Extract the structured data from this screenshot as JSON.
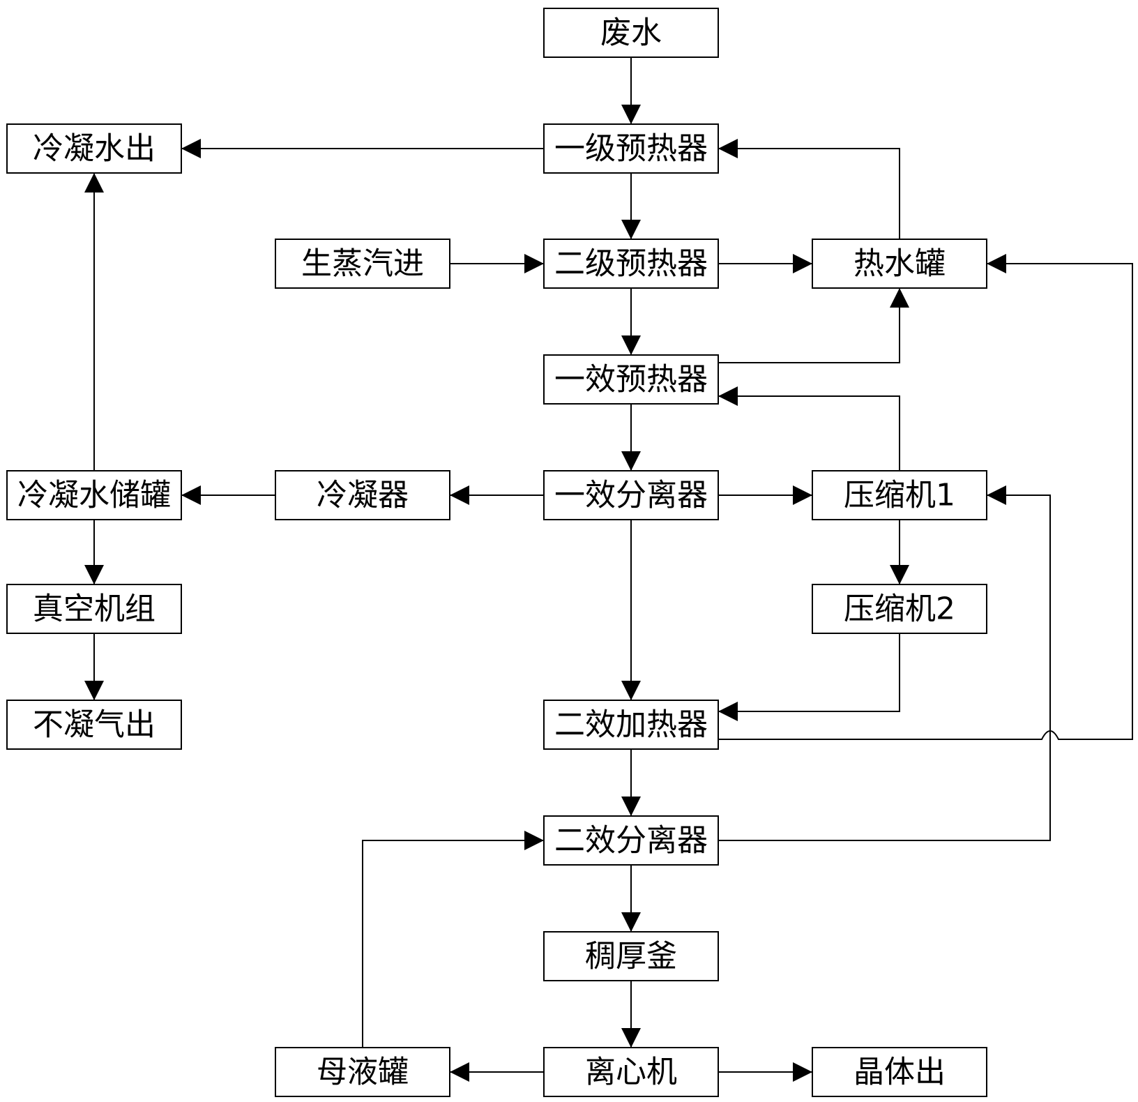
{
  "nodes": {
    "wastewater": "废水",
    "preheater_1st_stage": "一级预热器",
    "condensate_out": "冷凝水出",
    "live_steam_in": "生蒸汽进",
    "preheater_2nd_stage": "二级预热器",
    "hot_water_tank": "热水罐",
    "first_effect_preheater": "一效预热器",
    "condensate_storage_tank": "冷凝水储罐",
    "condenser": "冷凝器",
    "first_effect_separator": "一效分离器",
    "compressor_1": "压缩机1",
    "compressor_2": "压缩机2",
    "vacuum_unit": "真空机组",
    "noncondensable_gas_out": "不凝气出",
    "second_effect_heater": "二效加热器",
    "second_effect_separator": "二效分离器",
    "thickener": "稠厚釜",
    "mother_liquor_tank": "母液罐",
    "centrifuge": "离心机",
    "crystal_out": "晶体出"
  },
  "colors": {
    "line": "#000000",
    "box_fill": "#ffffff",
    "text": "#000000"
  },
  "edges": [
    {
      "from": "wastewater",
      "to": "preheater_1st_stage"
    },
    {
      "from": "preheater_1st_stage",
      "to": "condensate_out"
    },
    {
      "from": "preheater_1st_stage",
      "to": "preheater_2nd_stage"
    },
    {
      "from": "hot_water_tank",
      "to": "preheater_1st_stage"
    },
    {
      "from": "live_steam_in",
      "to": "preheater_2nd_stage"
    },
    {
      "from": "preheater_2nd_stage",
      "to": "hot_water_tank"
    },
    {
      "from": "preheater_2nd_stage",
      "to": "first_effect_preheater"
    },
    {
      "from": "first_effect_preheater",
      "to": "hot_water_tank"
    },
    {
      "from": "compressor_1",
      "to": "first_effect_preheater"
    },
    {
      "from": "first_effect_preheater",
      "to": "first_effect_separator"
    },
    {
      "from": "first_effect_separator",
      "to": "condenser"
    },
    {
      "from": "condenser",
      "to": "condensate_storage_tank"
    },
    {
      "from": "condensate_storage_tank",
      "to": "condensate_out"
    },
    {
      "from": "condensate_storage_tank",
      "to": "vacuum_unit"
    },
    {
      "from": "vacuum_unit",
      "to": "noncondensable_gas_out"
    },
    {
      "from": "first_effect_separator",
      "to": "compressor_1"
    },
    {
      "from": "compressor_1",
      "to": "compressor_2"
    },
    {
      "from": "compressor_2",
      "to": "second_effect_heater"
    },
    {
      "from": "first_effect_separator",
      "to": "second_effect_heater"
    },
    {
      "from": "second_effect_heater",
      "to": "hot_water_tank"
    },
    {
      "from": "second_effect_heater",
      "to": "second_effect_separator"
    },
    {
      "from": "second_effect_separator",
      "to": "compressor_1"
    },
    {
      "from": "second_effect_separator",
      "to": "thickener"
    },
    {
      "from": "thickener",
      "to": "centrifuge"
    },
    {
      "from": "centrifuge",
      "to": "mother_liquor_tank"
    },
    {
      "from": "centrifuge",
      "to": "crystal_out"
    },
    {
      "from": "mother_liquor_tank",
      "to": "second_effect_separator"
    }
  ]
}
